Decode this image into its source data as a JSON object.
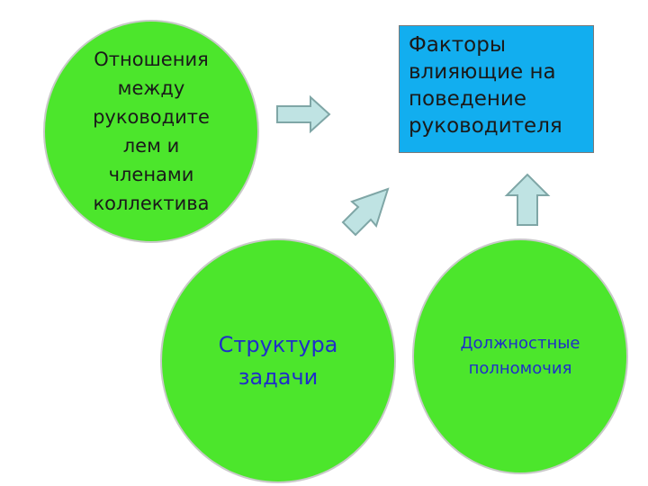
{
  "nodes": {
    "relations": {
      "text": "Отношения\nмежду\nруководите\nлем и\nчленами\nколлектива"
    },
    "factors": {
      "text": "Факторы\nвлияющие на\nповедение\nруководителя"
    },
    "task_structure": {
      "text": "Структура\nзадачи"
    },
    "duties": {
      "text": "Должностные\nполномочия"
    }
  },
  "colors": {
    "circle_fill": "#4ce62c",
    "box_fill": "#12aeef",
    "arrow_fill": "#bfe3e3",
    "arrow_stroke": "#7fa6a6",
    "accent_text": "#1f2fc8"
  }
}
